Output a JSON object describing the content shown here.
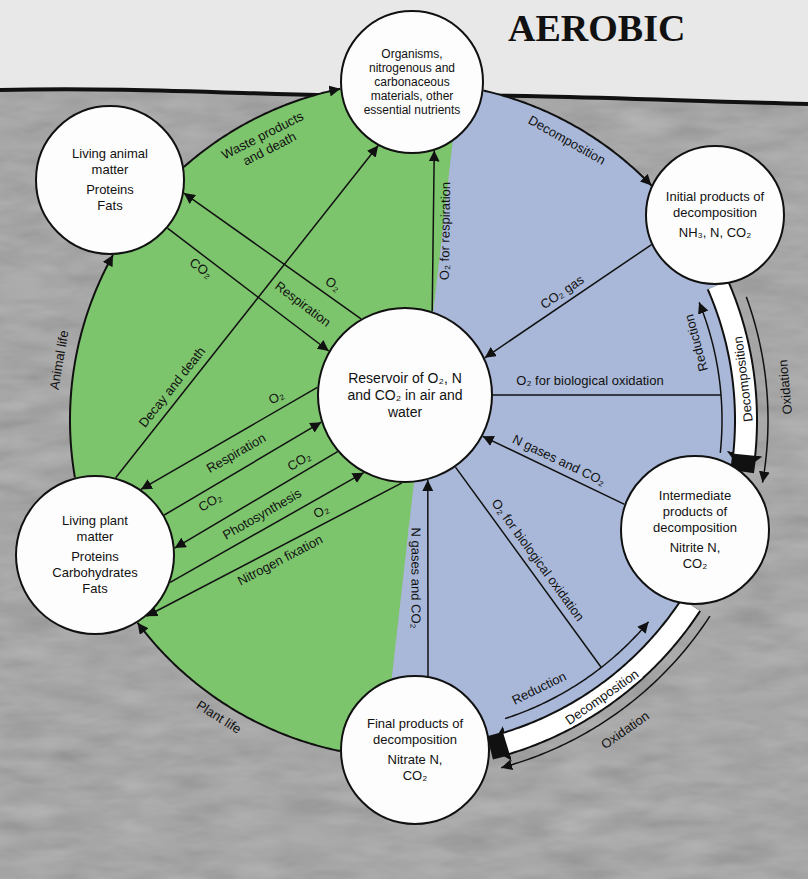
{
  "diagram": {
    "title": "AEROBIC",
    "nodes": [
      {
        "text": [
          "Organisms, nitrogenous and carbonaceous materials, other essential nutrients"
        ]
      },
      {
        "text": [
          "Living animal matter",
          "Proteins Fats"
        ]
      },
      {
        "text": [
          "Initial products of decomposition",
          "NH₃, N, CO₂"
        ]
      },
      {
        "text": [
          "Reservoir of O₂, N and CO₂ in air and water"
        ]
      },
      {
        "text": [
          "Intermediate products of decomposition",
          "Nitrite N, CO₂"
        ]
      },
      {
        "text": [
          "Living plant matter",
          "Proteins Carbohydrates Fats"
        ]
      },
      {
        "text": [
          "Final products of decomposition",
          "Nitrate N, CO₂"
        ]
      }
    ],
    "edges": [
      {
        "from": 1,
        "to": 0,
        "arrow": "to",
        "label": "Waste products and death"
      },
      {
        "from": 0,
        "to": 2,
        "arrow": "to",
        "label": "Decomposition"
      },
      {
        "from": 2,
        "to": 4,
        "arrow": "to",
        "label": "Decomposition"
      },
      {
        "from": 4,
        "to": 6,
        "arrow": "to",
        "label": "Decomposition"
      },
      {
        "from": 6,
        "to": 5,
        "arrow": "to",
        "label": "Plant life"
      },
      {
        "from": 5,
        "to": 1,
        "arrow": "to",
        "label": "Animal life"
      },
      {
        "from": 3,
        "to": 0,
        "arrow": "to",
        "label": "O₂ for respiration"
      },
      {
        "from": 2,
        "to": 3,
        "arrow": "to",
        "label": "CO₂ gas"
      },
      {
        "from": 4,
        "to": 3,
        "arrow": "to",
        "label": "N gases and CO₂"
      },
      {
        "from": 6,
        "to": 3,
        "arrow": "to",
        "label": "N gases and CO₂"
      },
      {
        "from": 1,
        "to": 3,
        "arrow": "to",
        "label": "CO₂"
      },
      {
        "from": 3,
        "to": 1,
        "arrow": "to",
        "label": "O₂"
      },
      {
        "from": 3,
        "to": 5,
        "arrow": "to",
        "label": "O₂"
      },
      {
        "from": 5,
        "to": 3,
        "arrow": "to",
        "label": "CO₂"
      },
      {
        "from": 3,
        "to": 5,
        "arrow": "to",
        "label": "CO₂"
      },
      {
        "from": 5,
        "to": 3,
        "arrow": "to",
        "label": "O₂"
      },
      {
        "from": 3,
        "to": 5,
        "arrow": "to",
        "label": "Nitrogen fixation"
      },
      {
        "from": 5,
        "to": 0,
        "arrow": "to",
        "label": "Decay and death"
      }
    ],
    "labels": [
      "Respiration",
      "Respiration",
      "Photosynthesis",
      "O₂ for biological oxidation",
      "O₂ for biological oxidation",
      "Reduction",
      "Reduction",
      "Oxidation",
      "Oxidation"
    ]
  }
}
